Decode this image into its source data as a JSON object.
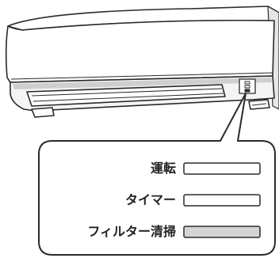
{
  "indicators": [
    {
      "label": "運転",
      "state": "off",
      "color": "#ffffff"
    },
    {
      "label": "タイマー",
      "state": "off",
      "color": "#ffffff"
    },
    {
      "label": "フィルター清掃",
      "state": "on",
      "color": "#d4d4d4"
    }
  ],
  "colors": {
    "outline": "#2a2a2a",
    "body": "#ffffff",
    "shading": "#cfcfcf",
    "lamp_on": "#d4d4d4",
    "lamp_off": "#ffffff"
  }
}
